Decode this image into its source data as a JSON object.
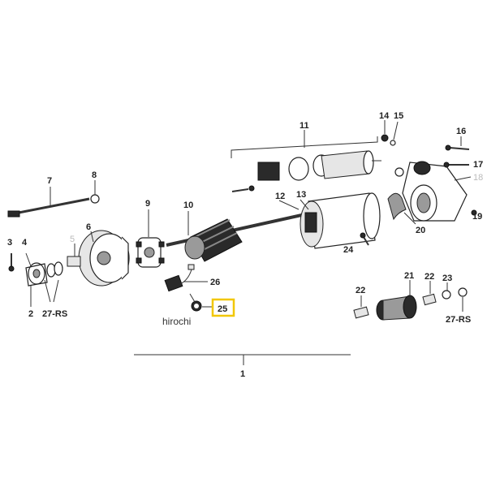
{
  "labels": {
    "l1": "1",
    "l2": "2",
    "l3": "3",
    "l4": "4",
    "l5": "5",
    "l6": "6",
    "l7": "7",
    "l8": "8",
    "l9": "9",
    "l10": "10",
    "l11": "11",
    "l12": "12",
    "l13": "13",
    "l14": "14",
    "l15": "15",
    "l16": "16",
    "l17": "17",
    "l18": "18",
    "l19": "19",
    "l20": "20",
    "l21": "21",
    "l22a": "22",
    "l22b": "22",
    "l23": "23",
    "l24": "24",
    "l25": "25",
    "l26": "26",
    "l27a": "27-RS",
    "l27b": "27-RS"
  },
  "watermark": "hirochi",
  "highlight_color": "#f2c700"
}
